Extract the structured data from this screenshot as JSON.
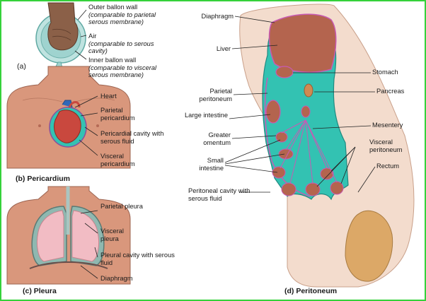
{
  "panel_a": {
    "caption": "(a)",
    "outer_wall": "Outer ballon wall",
    "outer_wall_note": "(comparable to parietal serous membrane)",
    "air": "Air",
    "air_note": "(comparable to serous cavity)",
    "inner_wall": "Inner ballon wall",
    "inner_wall_note": "(comparable to visceral serous membrane)"
  },
  "panel_b": {
    "caption": "(b) Pericardium",
    "heart": "Heart",
    "parietal_pericardium": "Parietal pericardium",
    "pericardial_cavity": "Pericardial cavity with serous fluid",
    "visceral_pericardium": "Visceral pericardium"
  },
  "panel_c": {
    "caption": "(c) Pleura",
    "parietal_pleura": "Parietal pleura",
    "visceral_pleura": "Visceral pleura",
    "pleural_cavity": "Pleural cavity with serous fluid",
    "diaphragm": "Diaphragm"
  },
  "panel_d": {
    "caption": "(d) Peritoneum",
    "diaphragm": "Diaphragm",
    "liver": "Liver",
    "parietal_peritoneum": "Parietal peritoneum",
    "large_intestine": "Large intestine",
    "greater_omentum": "Greater omentum",
    "small_intestine": "Small intestine",
    "peritoneal_cavity": "Peritoneal cavity with serous fluid",
    "stomach": "Stomach",
    "pancreas": "Pancreas",
    "mesentery": "Mesentery",
    "visceral_peritoneum": "Visceral peritoneum",
    "rectum": "Rectum"
  },
  "colors": {
    "frame": "#35d13a",
    "skin": "#d9977c",
    "serous_cavity": "#33c2b2",
    "organ": "#b4644e",
    "membrane": "#c85ab4",
    "lung": "#f2bcc4"
  }
}
